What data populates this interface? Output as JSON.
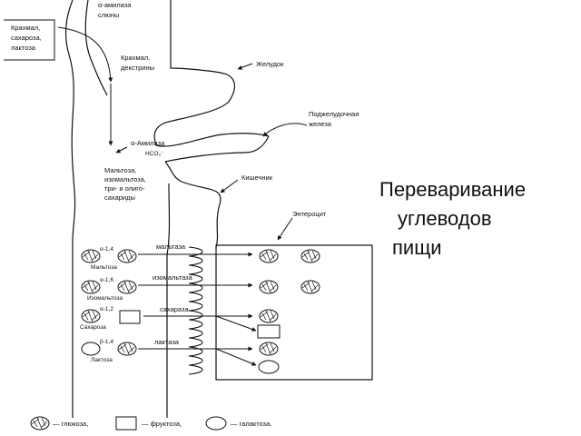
{
  "diagram": {
    "top_enzyme": [
      "α-амилаза",
      "слюны"
    ],
    "input_box": [
      "Крахмал,",
      "сахароза,",
      "лактоза"
    ],
    "starch": [
      "Крахмал,",
      "декстрины"
    ],
    "stomach": "Желудок",
    "pancreas": [
      "Поджелудочная",
      "железа"
    ],
    "pancreatic_amylase": "α-Амилаза",
    "bicarbonate": "HCO₃⁻",
    "products": [
      "Мальтоза,",
      "изомальтоза,",
      "три- и олиго-",
      "сахариды"
    ],
    "intestine": "Кишечник",
    "enterocyte": "Энтероцит",
    "bonds": [
      {
        "bond": "α-1,4",
        "name": "Мальтоза",
        "enzyme": "мальтаза"
      },
      {
        "bond": "α-1,6",
        "name": "Изомальтоза",
        "enzyme": "изомальтаза"
      },
      {
        "bond": "α-1,2",
        "name": "Сахароза",
        "enzyme": "сахараза"
      },
      {
        "bond": "β-1,4",
        "name": "Лактоза",
        "enzyme": "лактаза"
      }
    ],
    "legend": {
      "glucose": "— глюкоза,",
      "fructose": "— фруктоза,",
      "galactose": "— галактоза."
    }
  },
  "title": {
    "line1": "Переваривание",
    "line2": "углеводов",
    "line3": "пищи"
  }
}
